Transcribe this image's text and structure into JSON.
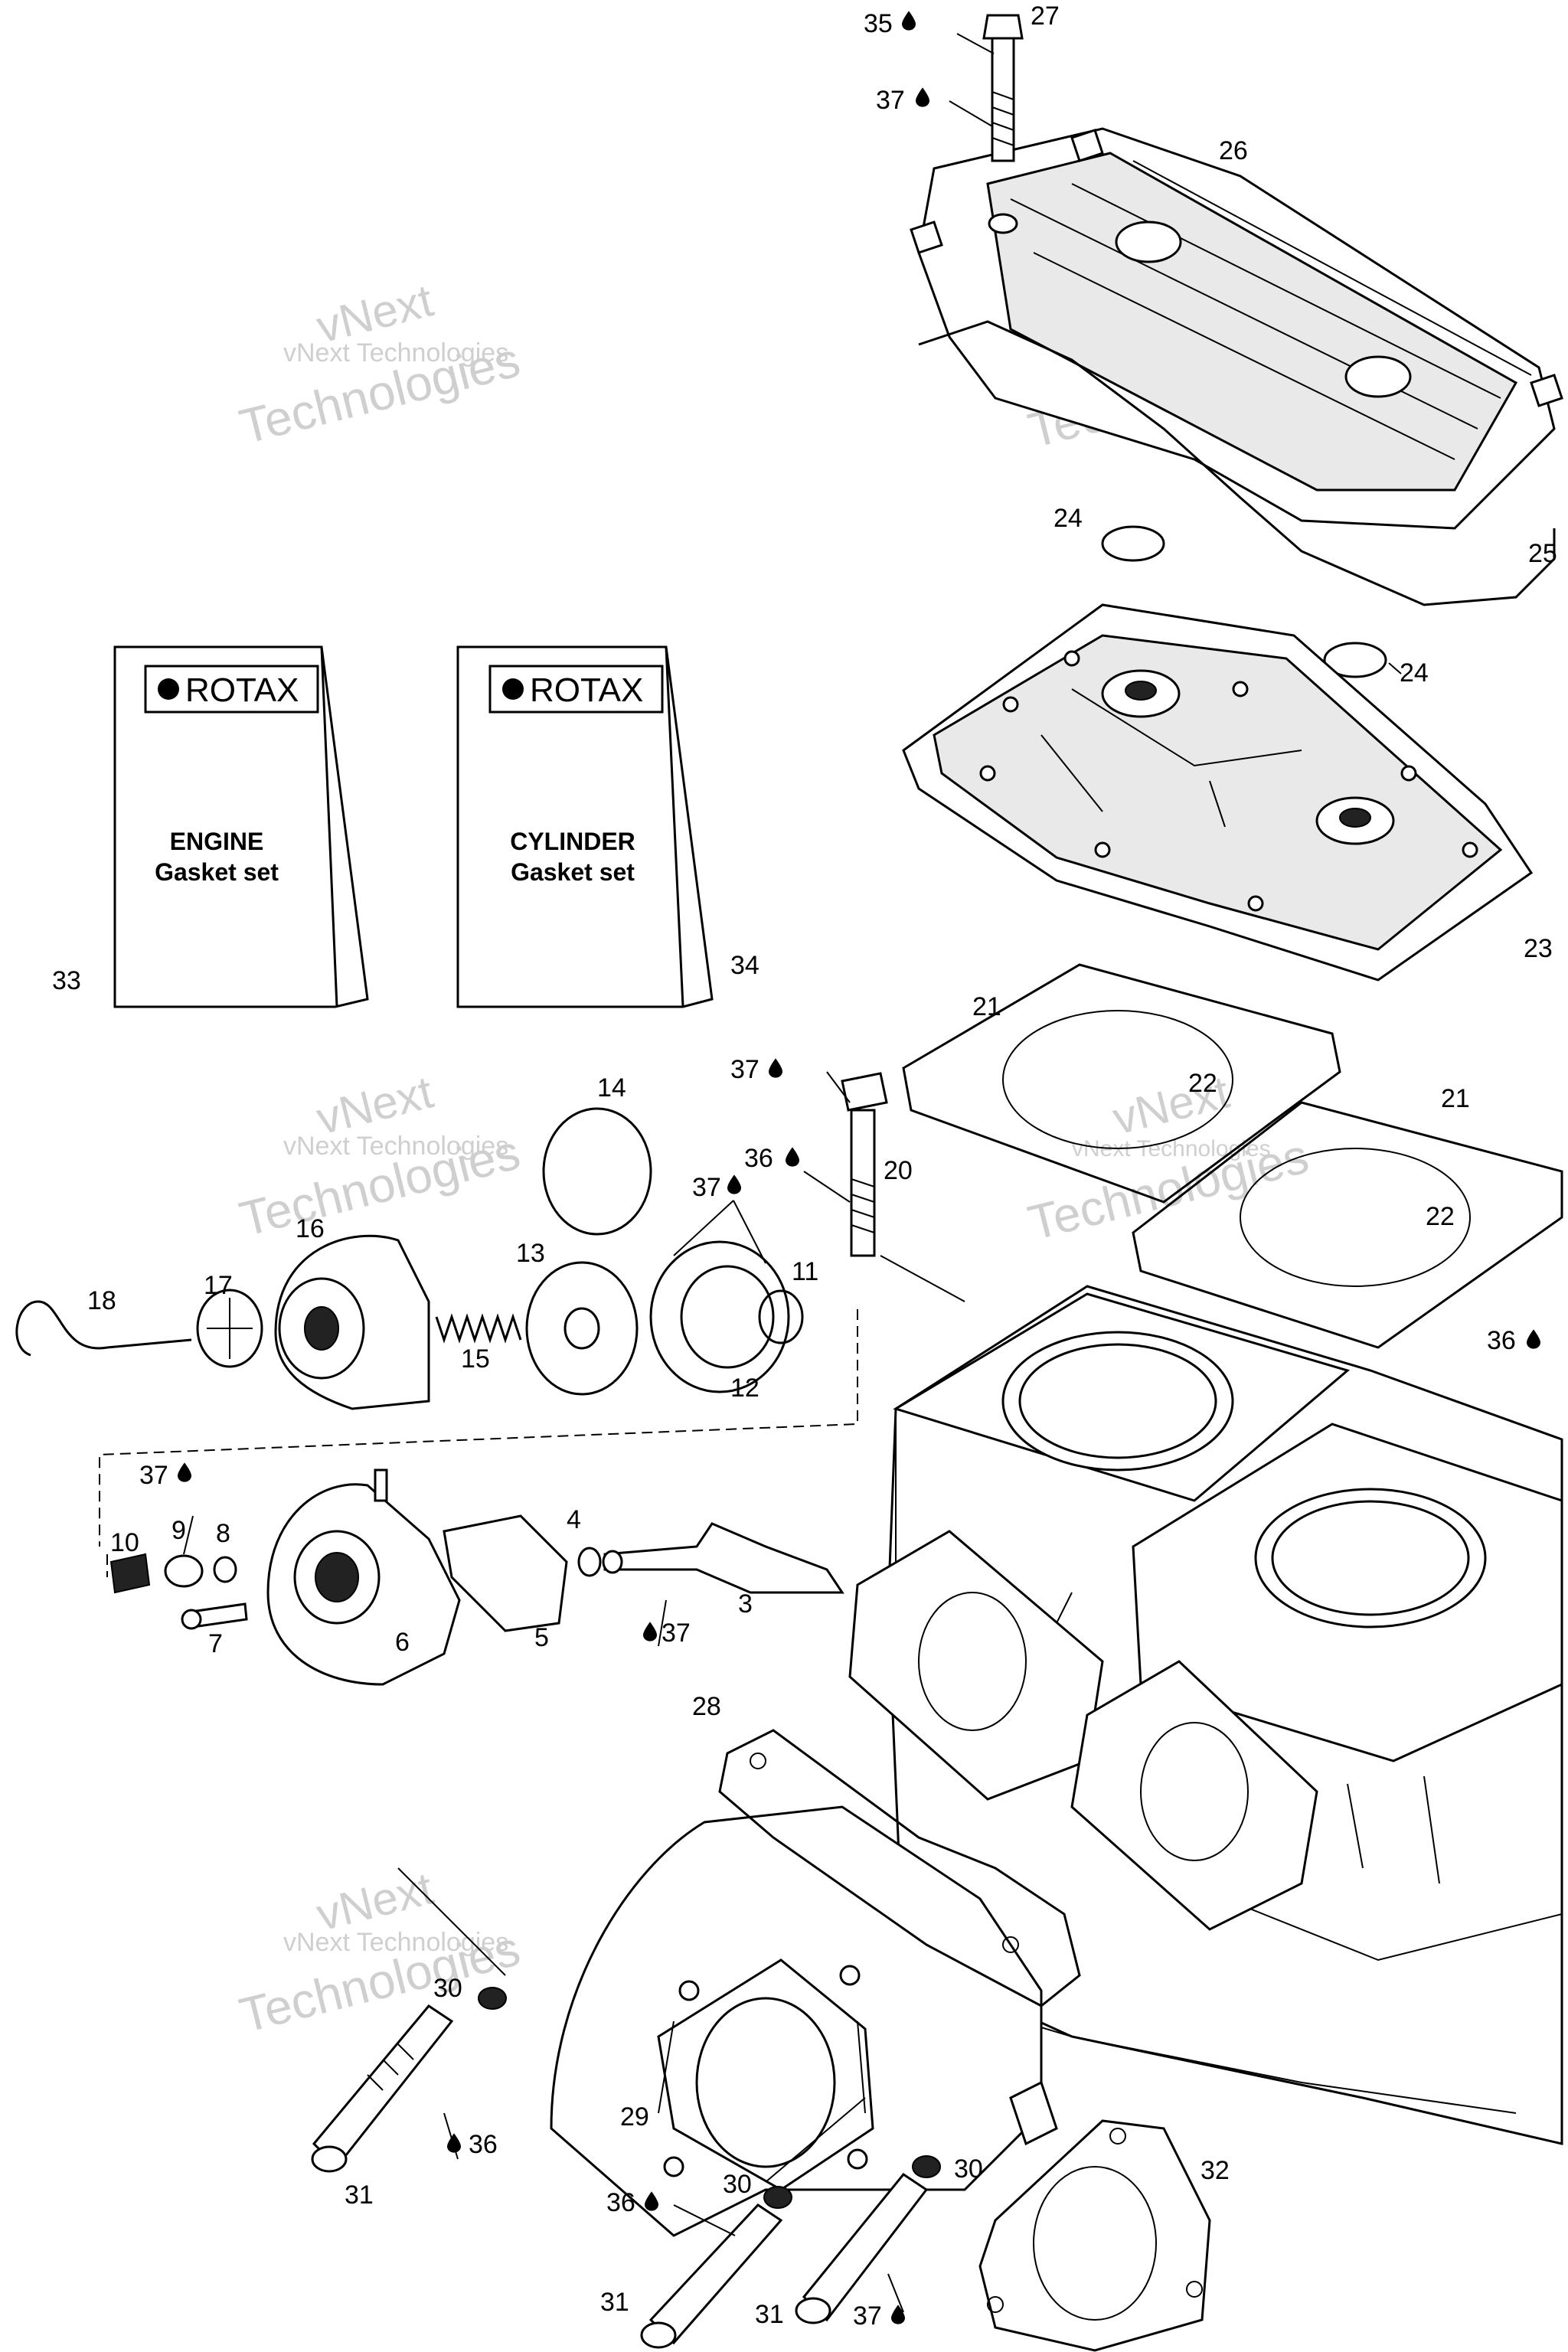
{
  "watermark": {
    "line1": "vNext Technologies",
    "line2": "vNext",
    "line3": "Technologies"
  },
  "kits": [
    {
      "brand": "ROTAX",
      "line1": "ENGINE",
      "line2": "Gasket set",
      "number": "33"
    },
    {
      "brand": "ROTAX",
      "line1": "CYLINDER",
      "line2": "Gasket set",
      "number": "34"
    }
  ],
  "callouts": {
    "c35": "35",
    "c27": "27",
    "c37a": "37",
    "c26": "26",
    "c24a": "24",
    "c25": "25",
    "c24b": "24",
    "c23": "23",
    "c21a": "21",
    "c22a": "22",
    "c37b": "37",
    "c20": "20",
    "c36a": "36",
    "c21b": "21",
    "c22b": "22",
    "c14": "14",
    "c16": "16",
    "c37c": "37",
    "c17": "17",
    "c13": "13",
    "c11": "11",
    "c18": "18",
    "c15": "15",
    "c12": "12",
    "c36b": "36",
    "c37d": "37",
    "c10": "10",
    "c9": "9",
    "c8": "8",
    "c4": "4",
    "c7": "7",
    "c6": "6",
    "c5": "5",
    "c3": "3",
    "c37e": "37",
    "c28": "28",
    "c30a": "30",
    "c29": "29",
    "c36c": "36",
    "c31a": "31",
    "c30b": "30",
    "c30c": "30",
    "c32": "32",
    "c36d": "36",
    "c31b": "31",
    "c31c": "31",
    "c37f": "37"
  }
}
